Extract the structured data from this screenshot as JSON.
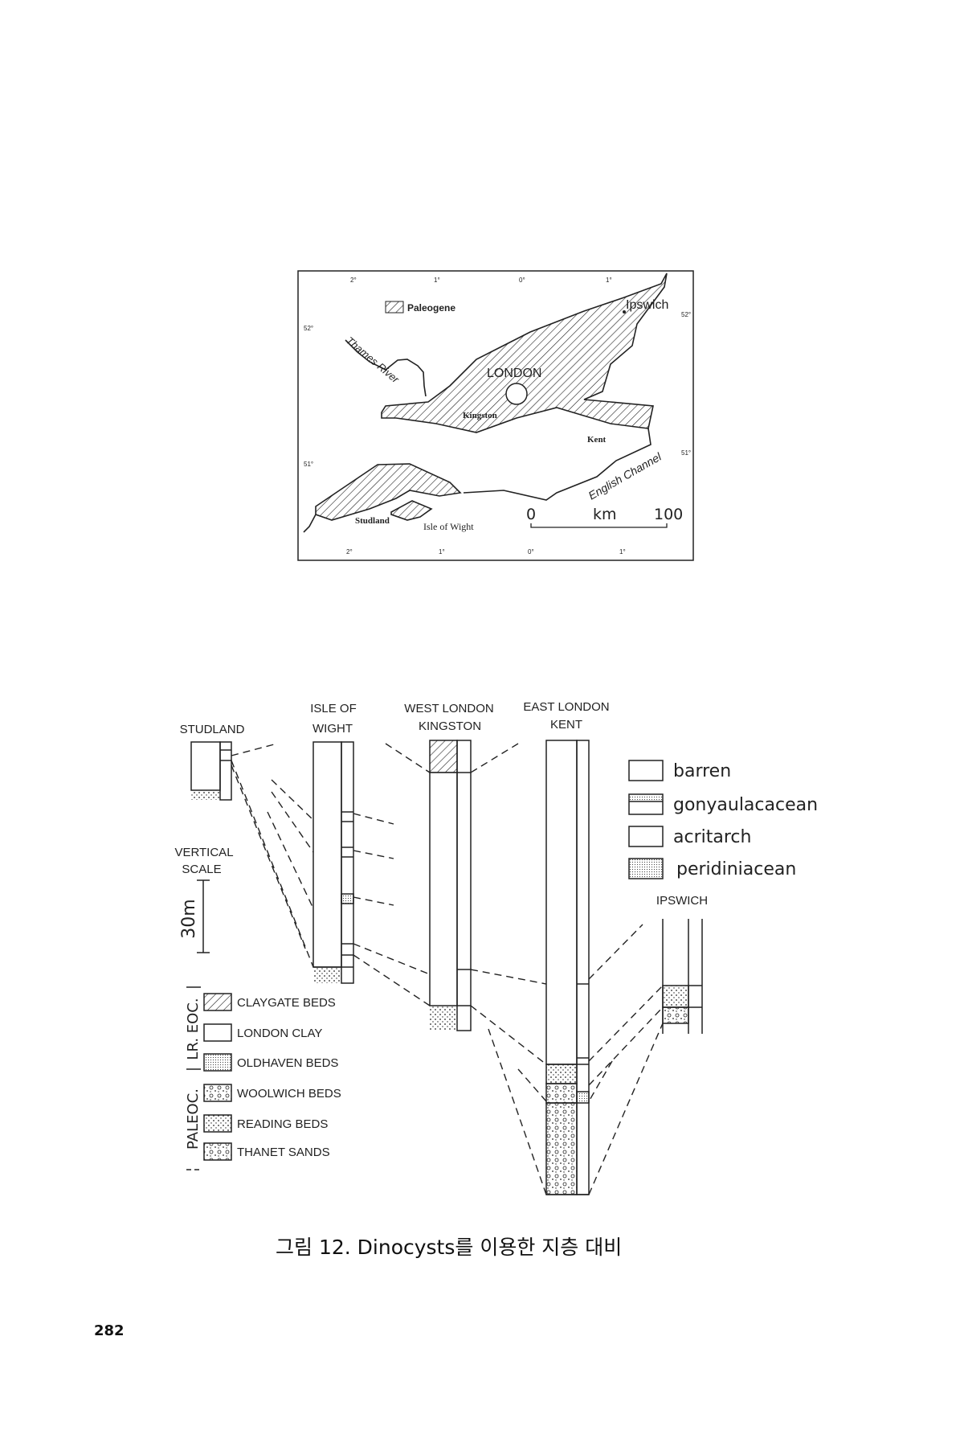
{
  "map": {
    "legend_label": "Paleogene",
    "places": {
      "ipswich": "Ipswich",
      "london": "LONDON",
      "kingston": "Kingston",
      "kent": "Kent",
      "studland": "Studland",
      "isle_of_wight": "Isle of Wight",
      "river": "Thames River",
      "channel": "English Channel"
    },
    "scale": {
      "zero": "0",
      "unit": "km",
      "max": "100"
    },
    "lon_ticks": [
      "2°",
      "1°",
      "0°",
      "1°"
    ],
    "lat_ticks": [
      "52°",
      "51°"
    ]
  },
  "columns": {
    "studland": "STUDLAND",
    "isle_of_wight": [
      "ISLE OF",
      "WIGHT"
    ],
    "west_london": [
      "WEST LONDON",
      "KINGSTON"
    ],
    "east_london": [
      "EAST LONDON",
      "KENT"
    ],
    "ipswich": "IPSWICH"
  },
  "vertical_scale": {
    "label": [
      "VERTICAL",
      "SCALE"
    ],
    "value": "30m"
  },
  "dinocyst_legend": [
    "barren",
    "gonyaulacacean",
    "acritarch",
    "peridiniacean"
  ],
  "lithology_legend": {
    "epochs": [
      "LR. EOC.",
      "PALEOC."
    ],
    "items": [
      "CLAYGATE BEDS",
      "LONDON CLAY",
      "OLDHAVEN BEDS",
      "WOOLWICH BEDS",
      "READING BEDS",
      "THANET SANDS"
    ]
  },
  "caption": "그림 12. Dinocysts를 이용한 지층 대비",
  "page_number": "282"
}
